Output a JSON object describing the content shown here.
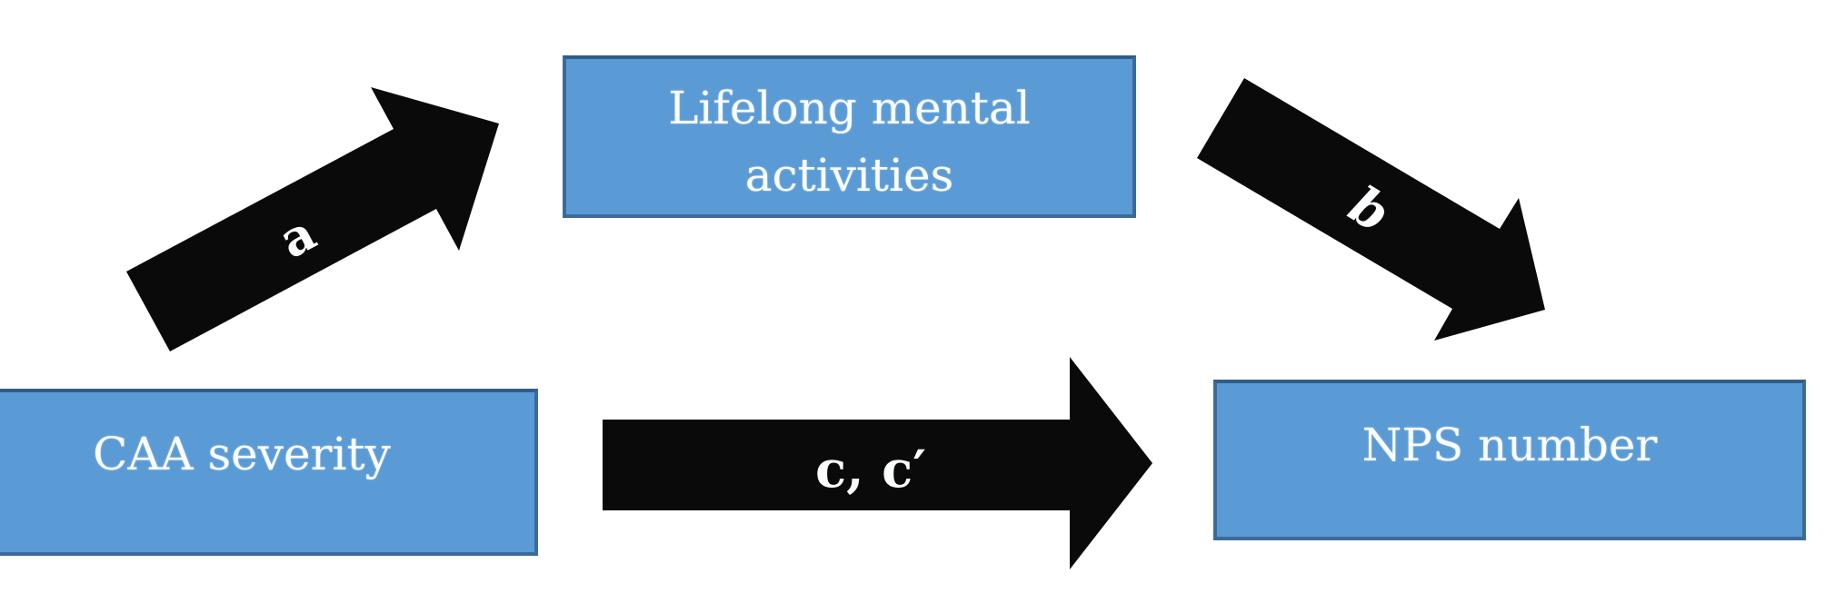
{
  "diagram": {
    "type": "mediation-model",
    "boxes": {
      "predictor": {
        "label": "CAA severity"
      },
      "mediator": {
        "lines": [
          "Lifelong mental",
          "activities"
        ]
      },
      "outcome": {
        "label": "NPS number"
      }
    },
    "arrows": {
      "a": {
        "label": "a",
        "from": "CAA severity",
        "to": "Lifelong mental activities"
      },
      "b": {
        "label": "b",
        "from": "Lifelong mental activities",
        "to": "NPS number"
      },
      "c": {
        "label": "c, c′",
        "from": "CAA severity",
        "to": "NPS number"
      }
    }
  },
  "colors": {
    "canvas-bg": "#ffffff",
    "box-fill": "#5b9bd5",
    "box-border": "#3d6a99",
    "box-text": "#fbfdff",
    "arrow-fill": "#0a0a0a"
  }
}
